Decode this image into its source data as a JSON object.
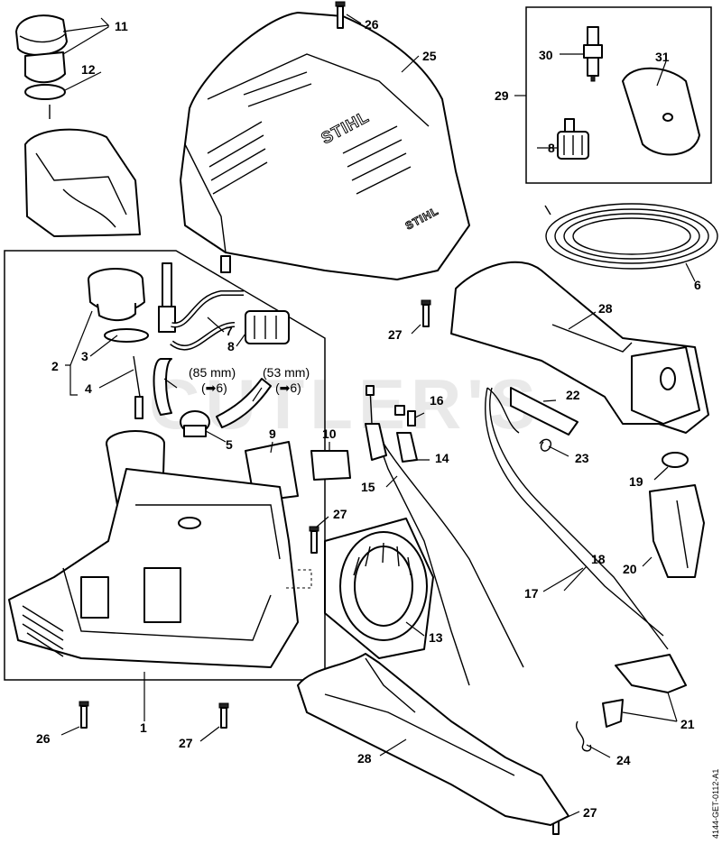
{
  "labels": {
    "l1": "1",
    "l2": "2",
    "l3": "3",
    "l4": "4",
    "l5": "5",
    "l6": "6",
    "l7": "7",
    "l8a": "8",
    "l8b": "8",
    "l9": "9",
    "l10": "10",
    "l11": "11",
    "l12": "12",
    "l13": "13",
    "l14": "14",
    "l15": "15",
    "l16": "16",
    "l17": "17",
    "l18": "18",
    "l19": "19",
    "l20": "20",
    "l21": "21",
    "l22": "22",
    "l23": "23",
    "l24": "24",
    "l25": "25",
    "l26a": "26",
    "l26b": "26",
    "l27a": "27",
    "l27b": "27",
    "l27c": "27",
    "l27d": "27",
    "l28a": "28",
    "l28b": "28",
    "l29": "29",
    "l30": "30",
    "l31": "31"
  },
  "notes": {
    "len85": "(85 mm)",
    "len53": "(53 mm)",
    "ref6a": "(➡6)",
    "ref6b": "(➡6)"
  },
  "brand": {
    "cover_logo": "STIHL",
    "cover_logo_small": "STIHL"
  },
  "watermark": "CUTLER'S",
  "doc_id": "4144-GET-0112-A1"
}
